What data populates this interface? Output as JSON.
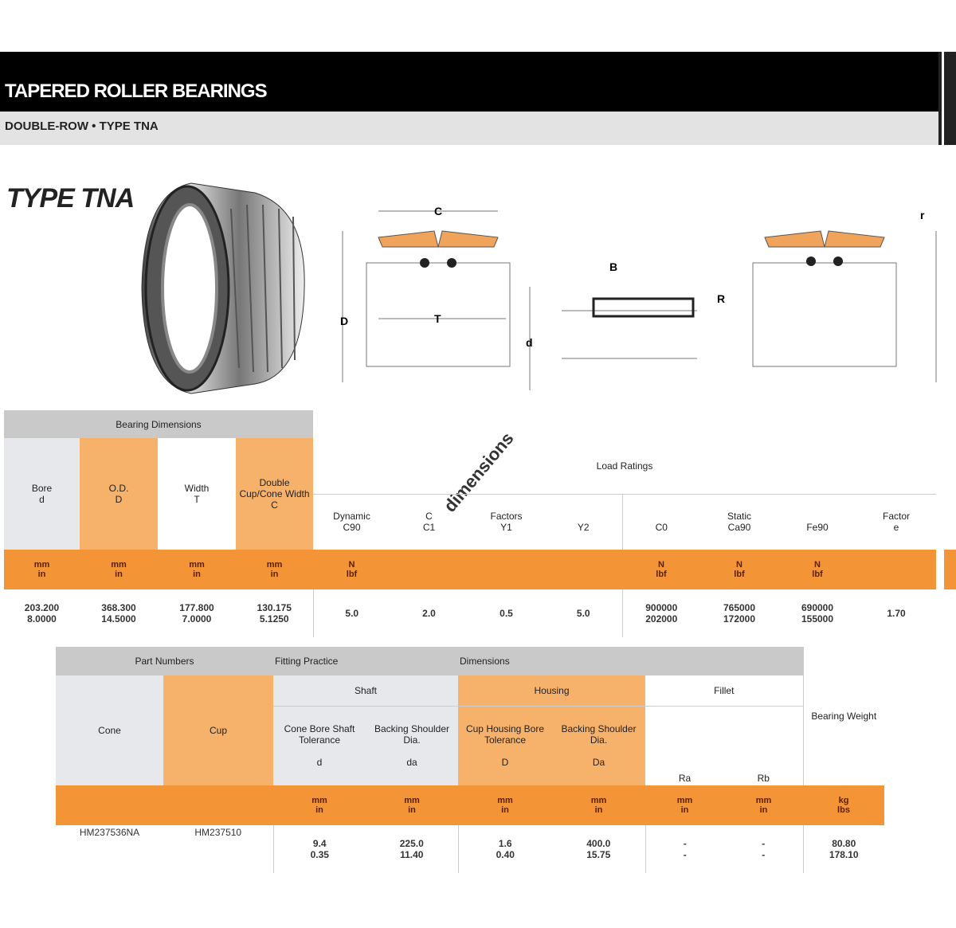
{
  "header": {
    "title": "TAPERED ROLLER BEARINGS",
    "subtitle": "DOUBLE-ROW • TYPE TNA"
  },
  "section_title": "TYPE TNA",
  "diagram_labels": {
    "c": "C",
    "d_outer": "D",
    "t": "T",
    "d_inner": "d",
    "b": "B",
    "r": "R",
    "r2": "r",
    "watermark": "dimensions"
  },
  "table1": {
    "group_header": "Bearing Dimensions",
    "load_header": "Load Ratings",
    "columns": [
      {
        "label": "Bore",
        "sym": "d",
        "unit": "mm",
        "unit2": "in"
      },
      {
        "label": "O.D.",
        "sym": "D",
        "unit": "mm",
        "unit2": "in"
      },
      {
        "label": "Width",
        "sym": "T",
        "unit": "mm",
        "unit2": "in"
      },
      {
        "label": "Double Cup/Cone Width",
        "sym": "C",
        "unit": "mm",
        "unit2": "in"
      }
    ],
    "dyn_label": "Dynamic",
    "dyn_sym": "C90",
    "c1_label": "C",
    "c1_sym": "C1",
    "unit_n": "N",
    "unit_lbf": "lbf",
    "factors_label": "Factors",
    "y1": "Y1",
    "y2": "Y2",
    "static_label": "Static",
    "c0": "C0",
    "ca": "Ca90",
    "fe": "Fe90",
    "e_label": "Factor",
    "e": "e",
    "row": {
      "d": [
        "203.200",
        "8.0000"
      ],
      "D": [
        "368.300",
        "14.5000"
      ],
      "T": [
        "177.800",
        "7.0000"
      ],
      "C": [
        "130.175",
        "5.1250"
      ],
      "c90": "5.0",
      "c1": "2.0",
      "y1": "0.5",
      "y2": "5.0",
      "c0": [
        "900000",
        "202000"
      ],
      "ca": [
        "765000",
        "172000"
      ],
      "fe": [
        "690000",
        "155000"
      ],
      "e_val": "1.70"
    }
  },
  "table2": {
    "group1": "Part Numbers",
    "group2": "Fitting Practice",
    "group3": "Dimensions",
    "cone_label": "Cone",
    "cup_label": "Cup",
    "shaft_label": "Shaft",
    "housing_label": "Housing",
    "fillet_label": "Fillet",
    "s1": "Cone Bore Shaft Tolerance",
    "s1sym": "d",
    "s2": "Backing Shoulder Dia.",
    "s2sym": "da",
    "h1": "Cup Housing Bore Tolerance",
    "h1sym": "D",
    "h2": "Backing Shoulder Dia.",
    "h2sym": "Da",
    "f1": "Ra",
    "f2": "Rb",
    "weight": "Bearing Weight",
    "units": [
      "mm",
      "in",
      "mm",
      "in",
      "mm",
      "in",
      "mm",
      "in",
      "mm",
      "in",
      "mm",
      "in",
      "kg",
      "lbs"
    ],
    "row": {
      "cone": "HM237536NA",
      "cup": "HM237510",
      "s1": [
        "9.4",
        "0.35"
      ],
      "s2": [
        "225.0",
        "11.40"
      ],
      "h1": [
        "1.6",
        "0.40"
      ],
      "h2": [
        "400.0",
        "15.75"
      ],
      "f1": [
        "-",
        "-"
      ],
      "f2": [
        "-",
        "-"
      ],
      "w": [
        "80.80",
        "178.10"
      ]
    }
  },
  "colors": {
    "orange": "#f39436",
    "light_orange": "#f6b26b",
    "gray": "#c9c9c9",
    "black": "#000000"
  }
}
